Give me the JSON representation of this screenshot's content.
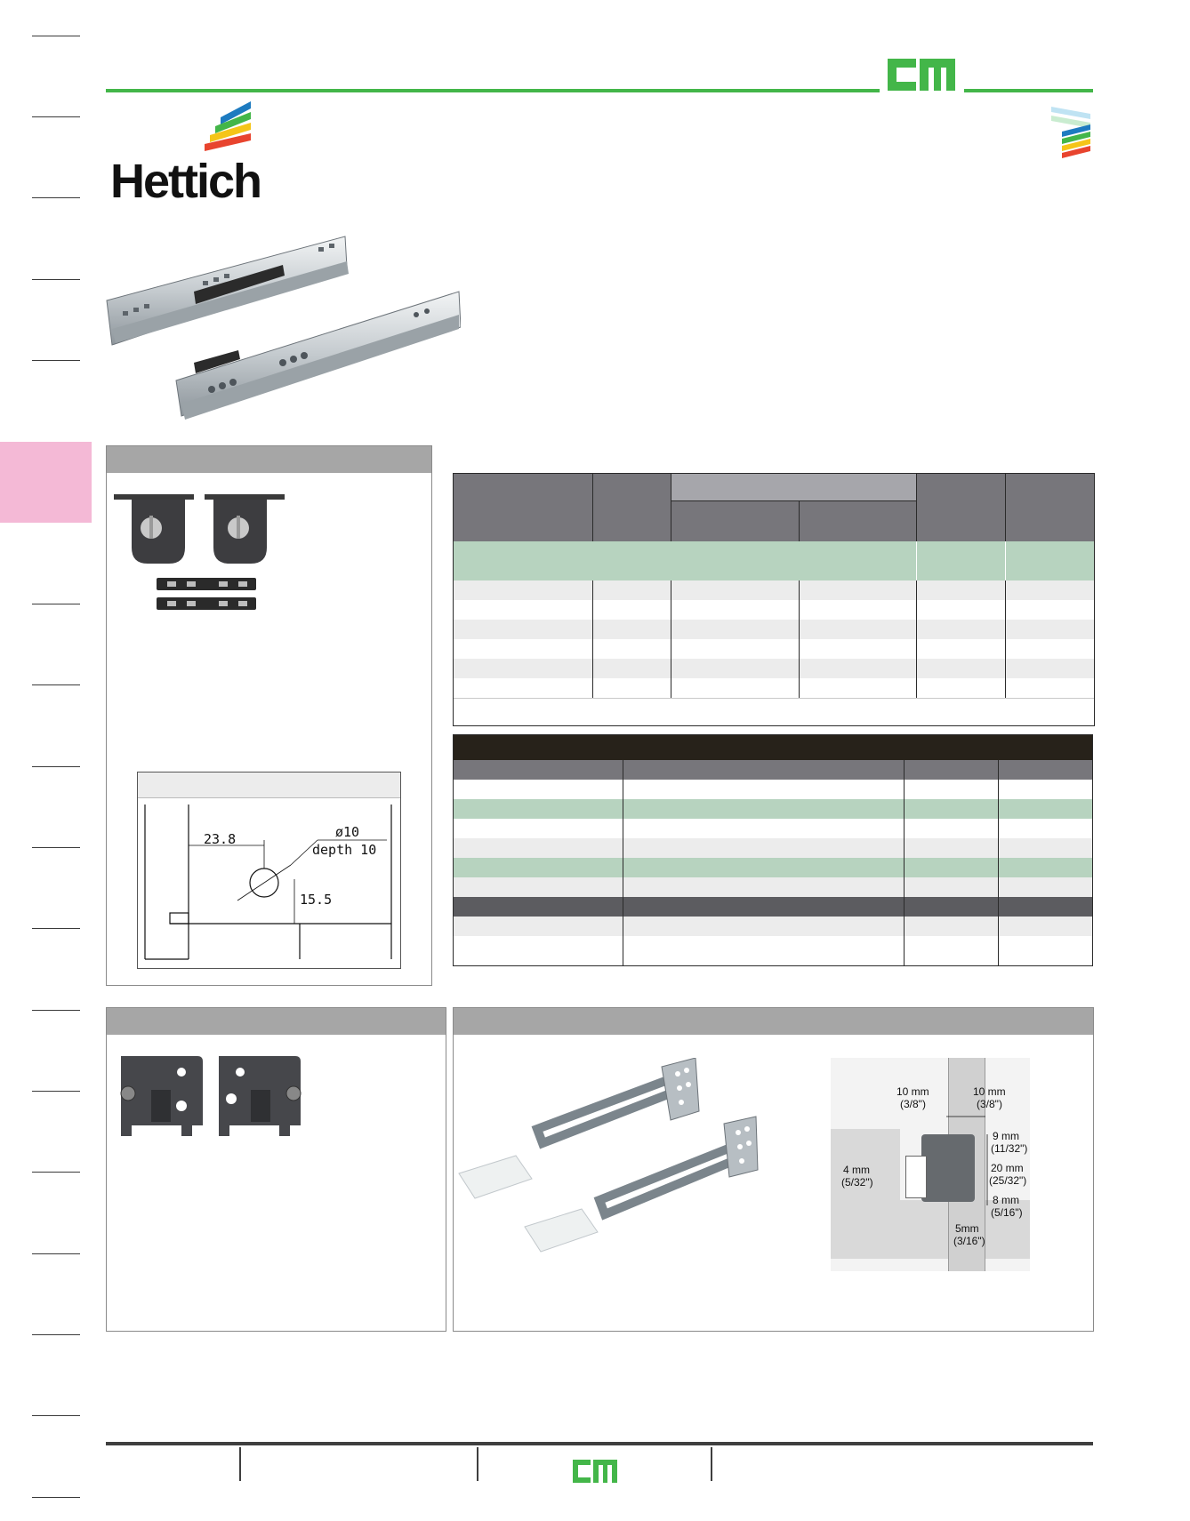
{
  "brand": {
    "logo_text": "Hettich",
    "stripe_colors": [
      "#1d7bc0",
      "#43b649",
      "#f5c518",
      "#e8442e"
    ],
    "accent": "#43b649"
  },
  "drilling": {
    "dim_horizontal": "23.8",
    "dim_diameter": "ø10",
    "dim_depth": "depth 10",
    "dim_vertical": "15.5"
  },
  "dimension_diagram": {
    "left_top": "10 mm",
    "left_top_imperial": "(3/8\")",
    "right_top": "10 mm",
    "right_top_imperial": "(3/8\")",
    "right_1": "9 mm",
    "right_1_imperial": "(11/32\")",
    "right_2": "20 mm",
    "right_2_imperial": "(25/32\")",
    "right_3": "8 mm",
    "right_3_imperial": "(5/16\")",
    "left_mid": "4 mm",
    "left_mid_imperial": "(5/32\")",
    "bottom": "5mm",
    "bottom_imperial": "(3/16\")"
  },
  "footer": {
    "logo": "cm"
  }
}
